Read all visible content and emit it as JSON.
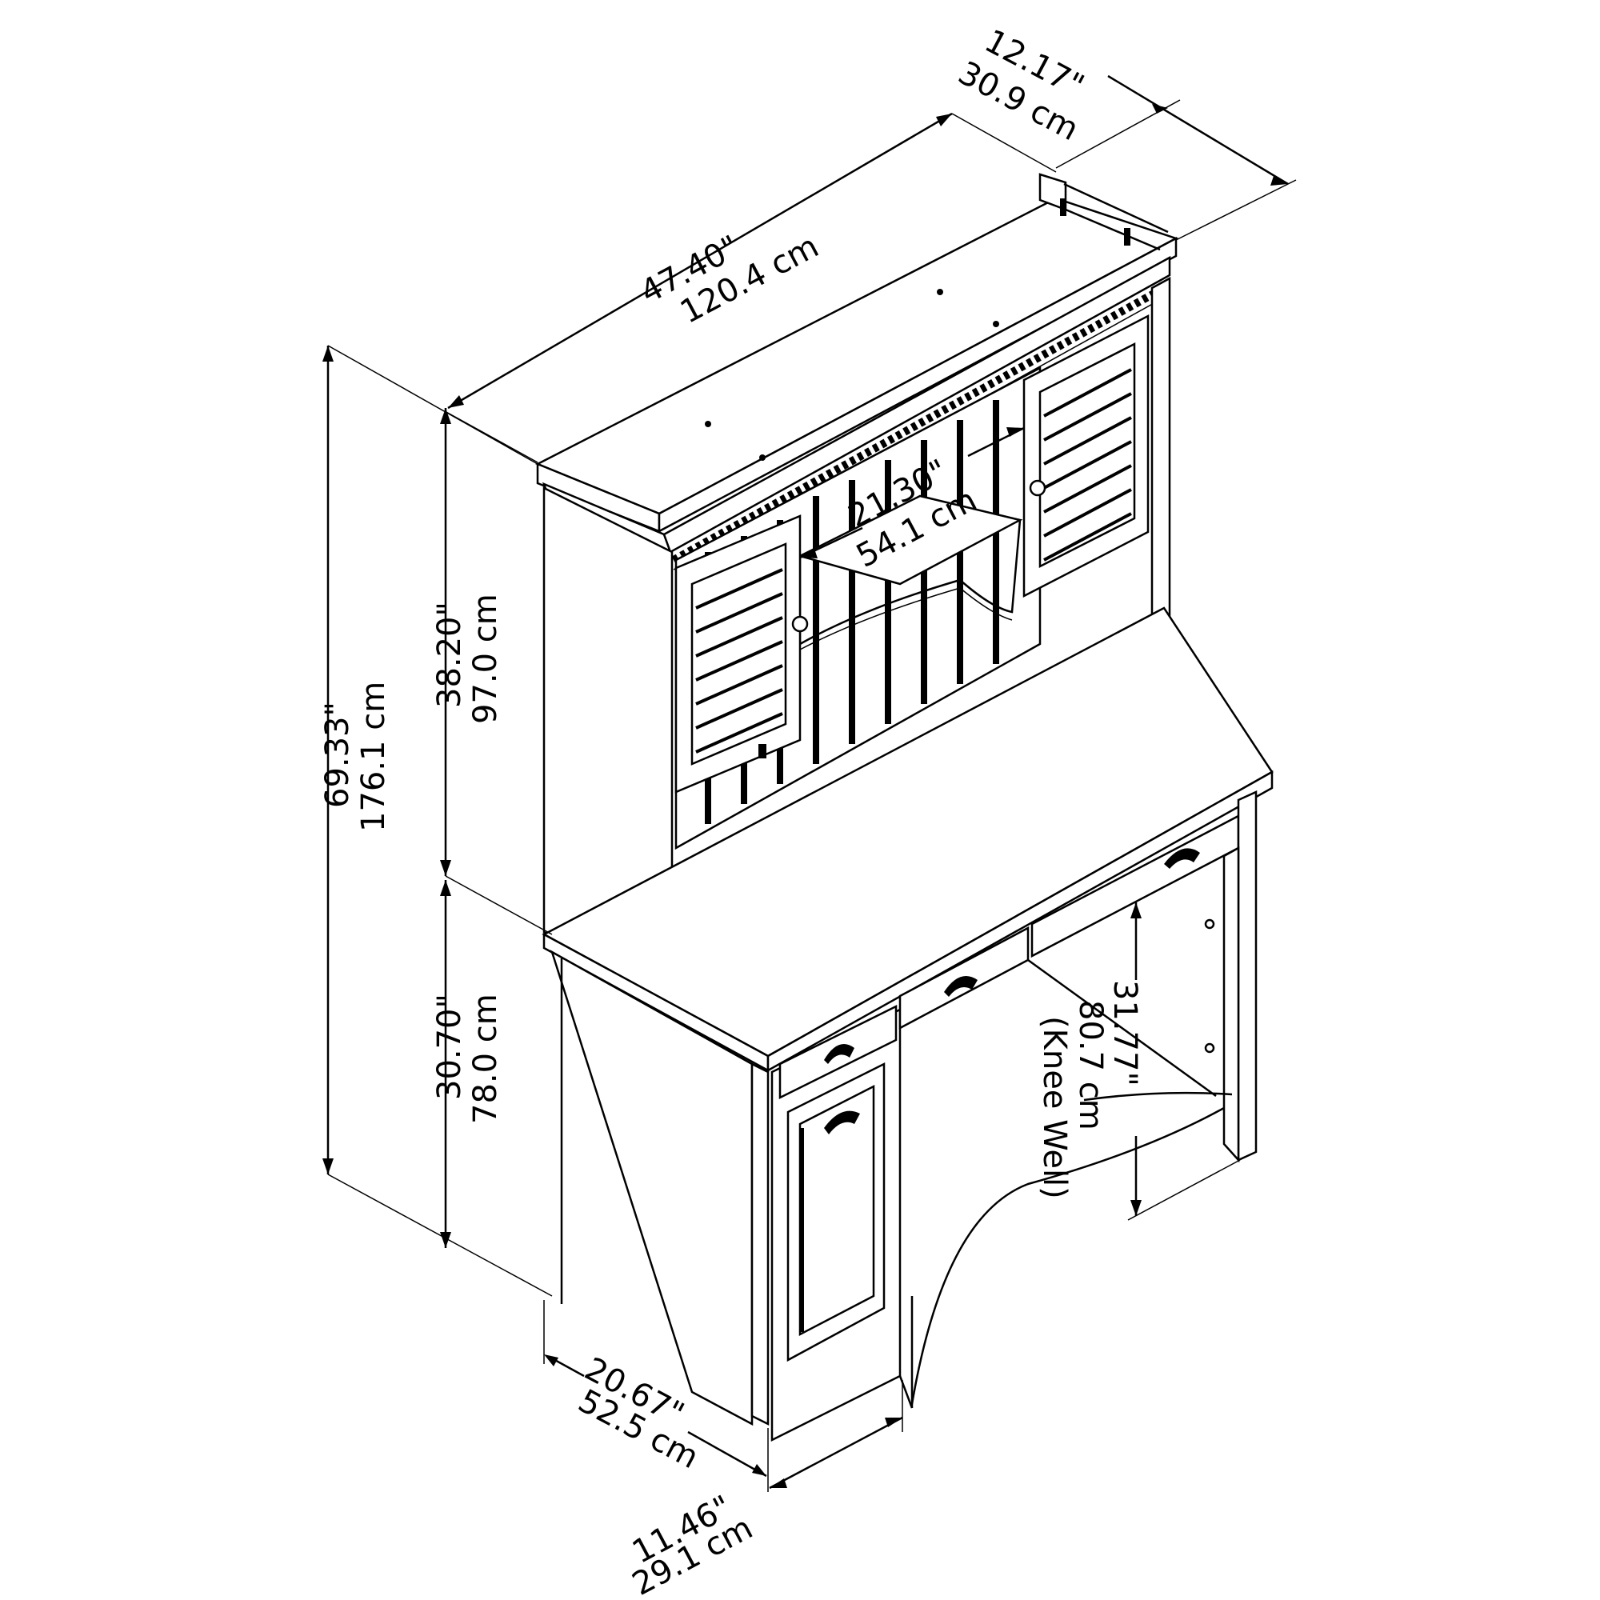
{
  "dimensions": {
    "depth_hutch": {
      "in": "12.17\"",
      "cm": "30.9 cm"
    },
    "width": {
      "in": "47.40\"",
      "cm": "120.4 cm"
    },
    "total_height": {
      "in": "69.33\"",
      "cm": "176.1 cm"
    },
    "hutch_height": {
      "in": "38.20\"",
      "cm": "97.0 cm"
    },
    "desk_height": {
      "in": "30.70\"",
      "cm": "78.0 cm"
    },
    "shelf_width": {
      "in": "21.30\"",
      "cm": "54.1 cm"
    },
    "knee_well": {
      "in": "31.77\"",
      "cm": "80.7 cm",
      "note": "(Knee Well)"
    },
    "desk_depth": {
      "in": "20.67\"",
      "cm": "52.5 cm"
    },
    "pedestal_width": {
      "in": "11.46\"",
      "cm": "29.1 cm"
    }
  }
}
